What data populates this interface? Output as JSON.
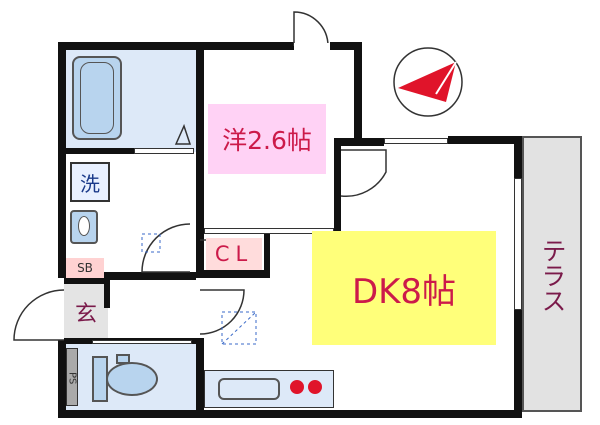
{
  "floor_plan": {
    "rooms": {
      "western_room": {
        "label": "洋2.6帖",
        "color": "#ffd2f5",
        "text_color": "#cc1a4a"
      },
      "dining_kitchen": {
        "label": "DK8帖",
        "color": "#ffff7a",
        "text_color": "#cc1a4a"
      },
      "closet": {
        "label": "CL",
        "color": "#ffdcdc",
        "text_color": "#cc1a4a"
      },
      "entrance": {
        "label": "玄",
        "color": "#e4e4e4",
        "text_color": "#7a1a4a"
      },
      "shoe_box": {
        "label": "SB",
        "color": "#ffd2d2",
        "text_color": "#333333"
      },
      "terrace": {
        "label": "テラス",
        "color": "#e2e2e2",
        "text_color": "#7a1a4a"
      },
      "pipe_space": {
        "label": "PS",
        "color": "#aaaaaa",
        "text_color": "#333333"
      },
      "washer": {
        "label": "洗",
        "color": "#e8f0ff",
        "text_color": "#1a3a8a"
      }
    },
    "colors": {
      "wall": "#111111",
      "wet_area": "#dde9f8",
      "fixture": "#b8d4ee",
      "compass_arrow": "#e0142a"
    }
  }
}
